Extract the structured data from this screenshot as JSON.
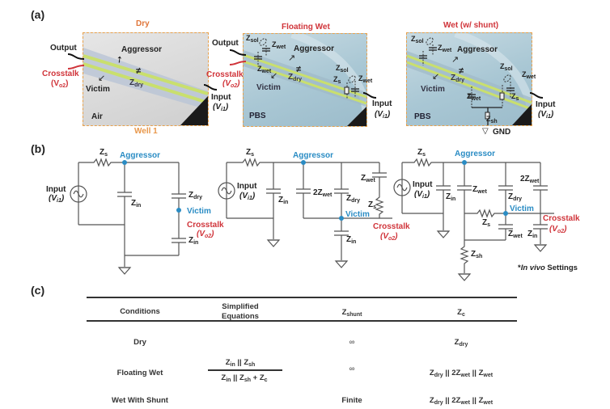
{
  "panels": {
    "a": "(a)",
    "b": "(b)",
    "c": "(c)"
  },
  "photos": [
    {
      "title": "Dry",
      "medium": "Air",
      "footer": "Well 1",
      "output": "Output",
      "crosstalk": "Crosstalk",
      "crosstalk_sym": "(V",
      "crosstalk_sub": "o2",
      "crosstalk_end": ")",
      "input": "Input",
      "input_sym": "(V",
      "input_sub": "i1",
      "input_end": ")",
      "aggressor": "Aggressor",
      "victim": "Victim",
      "coupling": "Z",
      "coupling_sub": "dry"
    },
    {
      "title": "Floating Wet",
      "medium": "PBS",
      "output": "Output",
      "crosstalk": "Crosstalk",
      "crosstalk_sym": "(V",
      "crosstalk_sub": "o2",
      "crosstalk_end": ")",
      "input": "Input",
      "input_sym": "(V",
      "input_sub": "i1",
      "input_end": ")",
      "aggressor": "Aggressor",
      "victim": "Victim",
      "coupling": "Z",
      "coupling_sub": "dry",
      "z_sol": "sol",
      "z_wet": "wet",
      "z_s": "s"
    },
    {
      "title": "Wet (w/ shunt)",
      "medium": "PBS",
      "input": "Input",
      "input_sym": "(V",
      "input_sub": "i1",
      "input_end": ")",
      "aggressor": "Aggressor",
      "victim": "Victim",
      "coupling": "Z",
      "coupling_sub": "dry",
      "z_sol": "sol",
      "z_wet": "wet",
      "z_s": "s",
      "z_sh": "sh",
      "gnd": "GND"
    }
  ],
  "circuits": {
    "aggressor": "Aggressor",
    "victim": "Victim",
    "crosstalk": "Crosstalk",
    "vo2": "(V",
    "vo2_sub": "o2",
    "close": ")",
    "input": "Input",
    "vi1": "(V",
    "vi1_sub": "i1",
    "Z": "Z",
    "two_Z": "2Z",
    "sub_s": "s",
    "sub_in": "in",
    "sub_dry": "dry",
    "sub_wet": "wet",
    "sub_sh": "sh",
    "in_vivo_note_mark": "*",
    "in_vivo_note_italic": "In vivo",
    "in_vivo_note_rest": " Settings"
  },
  "table": {
    "headers": [
      "Conditions",
      "Simplified",
      "Equations",
      "Z",
      "shunt",
      "Z",
      "c"
    ],
    "rows": [
      {
        "condition": "Dry",
        "equation": "",
        "z_shunt": "∞",
        "z_c": [
          "Z",
          "dry"
        ]
      },
      {
        "condition": "Floating Wet",
        "equation_num": [
          "Z",
          "in",
          " || Z",
          "sh"
        ],
        "equation_den": [
          "Z",
          "in",
          " || Z",
          "sh",
          " + Z",
          "c"
        ],
        "z_shunt": "∞",
        "z_c": [
          "Z",
          "dry",
          " || 2Z",
          "wet",
          " || Z",
          "wet"
        ]
      },
      {
        "condition": "Wet With Shunt",
        "equation": "",
        "z_shunt": "Finite",
        "z_c": [
          "Z",
          "dry",
          " || 2Z",
          "wet",
          " || Z",
          "wet"
        ]
      }
    ]
  },
  "colors": {
    "red": "#d0343a",
    "blue": "#2a8cc4",
    "orange": "#e8974a",
    "wire": "#555555"
  }
}
